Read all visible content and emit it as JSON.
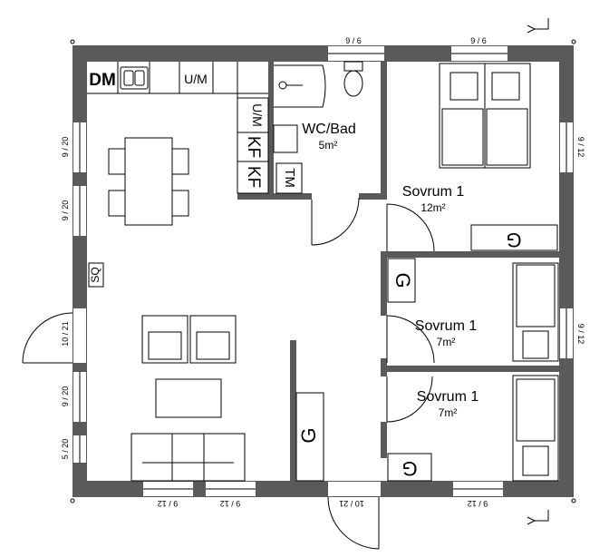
{
  "rooms": {
    "wc": {
      "name": "WC/Bad",
      "area": "5m²"
    },
    "bedroom_main": {
      "name": "Sovrum 1",
      "area": "12m²"
    },
    "bedroom_2": {
      "name": "Sovrum 1",
      "area": "7m²"
    },
    "bedroom_3": {
      "name": "Sovrum 1",
      "area": "7m²"
    }
  },
  "appliances": {
    "dishwasher": "DM",
    "oven_top": "U/M",
    "oven_side": "U/M",
    "fridge_1": "KF",
    "fridge_2": "KF",
    "dryer": "TM",
    "sofa_bed": "SQ"
  },
  "wardrobes": {
    "symbol": "G"
  },
  "windows": {
    "top_left": "9 / 6",
    "top_right": "9 / 6",
    "left_1": "9 / 20",
    "left_2": "9 / 20",
    "left_door": "10 / 21",
    "left_3": "9 / 20",
    "left_4": "5 / 20",
    "right_1": "9 / 12",
    "right_2": "9 / 12",
    "bottom_1": "9 / 12",
    "bottom_2": "9 / 12",
    "bottom_door": "10 / 21",
    "bottom_3": "9 / 12"
  },
  "colors": {
    "wall": "#5a5a5a",
    "line": "#000000"
  }
}
